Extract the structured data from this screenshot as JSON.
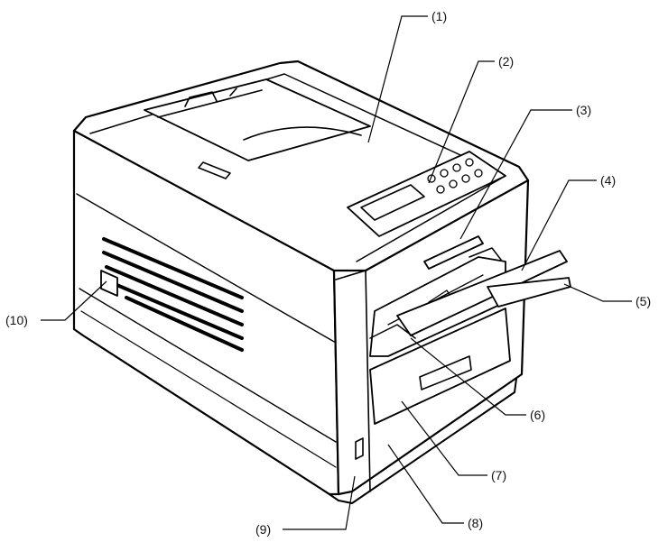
{
  "diagram": {
    "colors": {
      "ink": "#000000",
      "paper": "#ffffff"
    },
    "callouts": [
      {
        "id": 1,
        "label": "(1)"
      },
      {
        "id": 2,
        "label": "(2)"
      },
      {
        "id": 3,
        "label": "(3)"
      },
      {
        "id": 4,
        "label": "(4)"
      },
      {
        "id": 5,
        "label": "(5)"
      },
      {
        "id": 6,
        "label": "(6)"
      },
      {
        "id": 7,
        "label": "(7)"
      },
      {
        "id": 8,
        "label": "(8)"
      },
      {
        "id": 9,
        "label": "(9)"
      },
      {
        "id": 10,
        "label": "(10)"
      }
    ]
  }
}
